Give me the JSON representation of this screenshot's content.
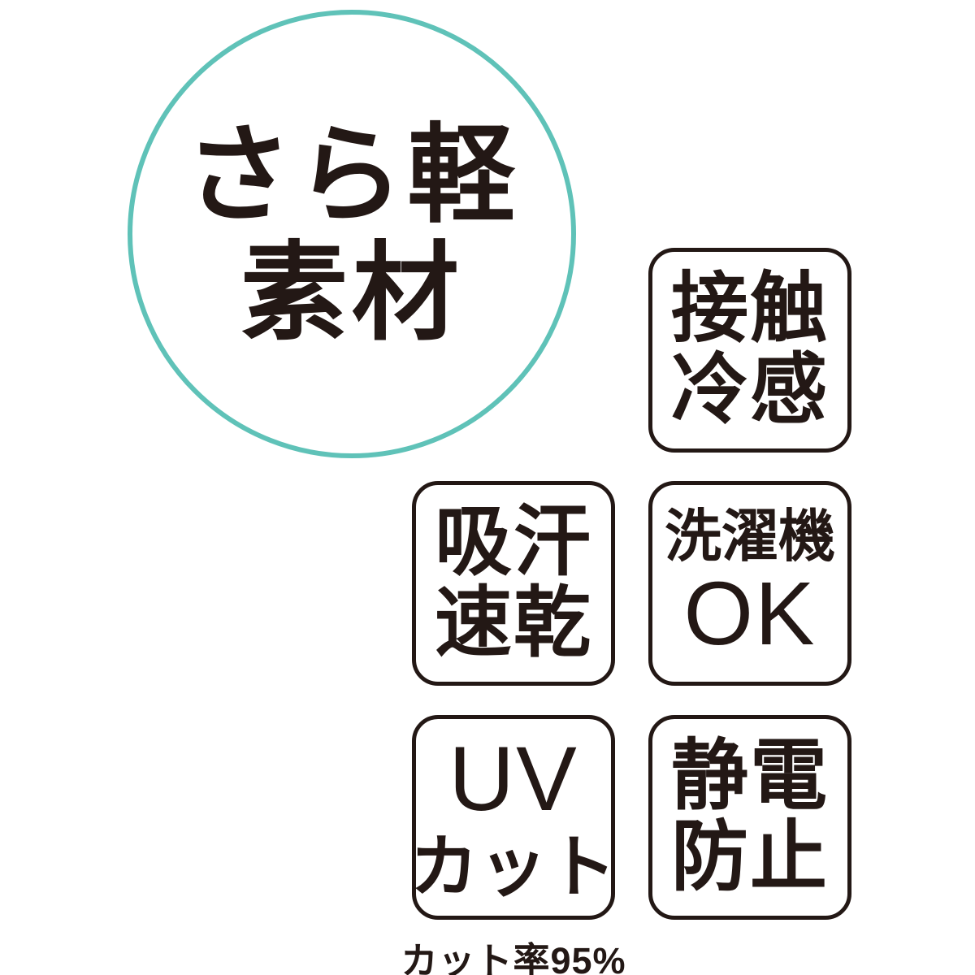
{
  "colors": {
    "background": "#ffffff",
    "circle_border": "#5fc2b8",
    "ink": "#231815"
  },
  "material_circle": {
    "line1": "さら軽",
    "line2": "素材"
  },
  "badges": [
    {
      "name": "contact-cooling",
      "line1": "接触",
      "line2": "冷感"
    },
    {
      "name": "sweat-absorb-quick-dry",
      "line1": "吸汗",
      "line2": "速乾"
    },
    {
      "name": "machine-washable",
      "line1": "洗濯機",
      "line2": "OK"
    },
    {
      "name": "uv-cut",
      "line1": "UV",
      "line2": "カット"
    },
    {
      "name": "anti-static",
      "line1": "静電",
      "line2": "防止"
    }
  ],
  "footnote": {
    "text": "カット率95%"
  }
}
